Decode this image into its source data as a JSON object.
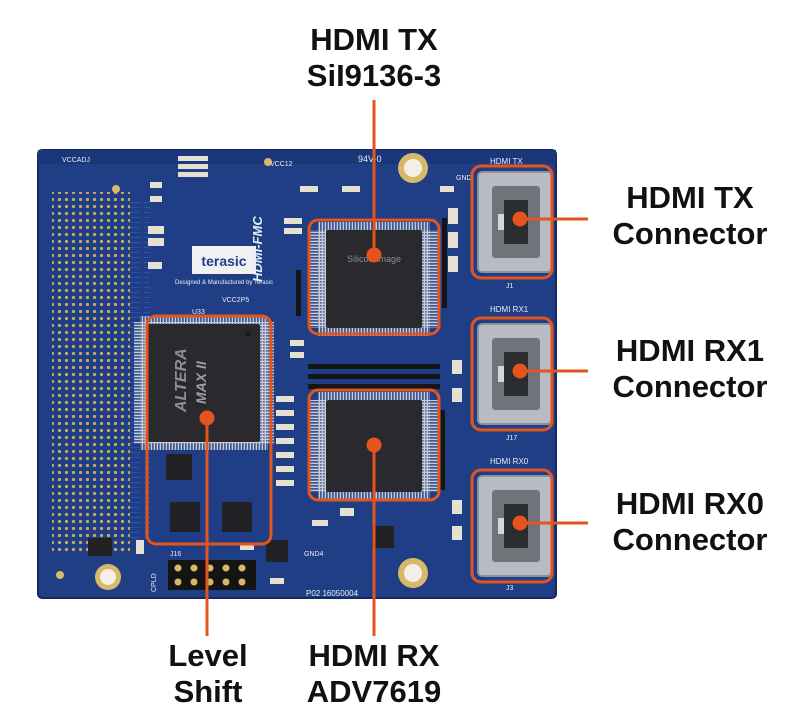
{
  "labels": {
    "hdmi_tx_chip": {
      "line1": "HDMI  TX",
      "line2": "SiI9136-3"
    },
    "hdmi_tx_connector": {
      "line1": "HDMI  TX",
      "line2": "Connector"
    },
    "hdmi_rx1_connector": {
      "line1": "HDMI  RX1",
      "line2": "Connector"
    },
    "hdmi_rx0_connector": {
      "line1": "HDMI  RX0",
      "line2": "Connector"
    },
    "level_shift": {
      "line1": "Level",
      "line2": "Shift"
    },
    "hdmi_rx_chip": {
      "line1": "HDMI  RX",
      "line2": "ADV7619"
    }
  },
  "board_print": {
    "brand": "terasic",
    "tagline": "Designed & Manufactured by Terasic",
    "board_name": "HDMI-FMC",
    "tx_port": "HDMI TX",
    "rx1_port": "HDMI RX1",
    "rx0_port": "HDMI RX0",
    "cpld_brand": "ALTERA",
    "cpld_family": "MAX II",
    "tx_vendor": "Silicon Image",
    "rating": "94V-0",
    "pcb_code": "P02 16050004",
    "vccadj": "VCCADJ",
    "vcc12": "VCC12",
    "vcc2p5": "VCC2P5",
    "gnd": "GND",
    "gnd4": "GND4",
    "u33": "U33",
    "j16": "J16",
    "j1": "J1",
    "j17": "J17",
    "j3": "J3",
    "cpld": "CPLD"
  },
  "colors": {
    "callout": "#e3541f",
    "board": "#1f3e86",
    "board_dark": "#162f6a",
    "chip": "#2a2a2e",
    "gold": "#d8b96a",
    "connector": "#b8bcc2",
    "label_text": "#111111"
  }
}
